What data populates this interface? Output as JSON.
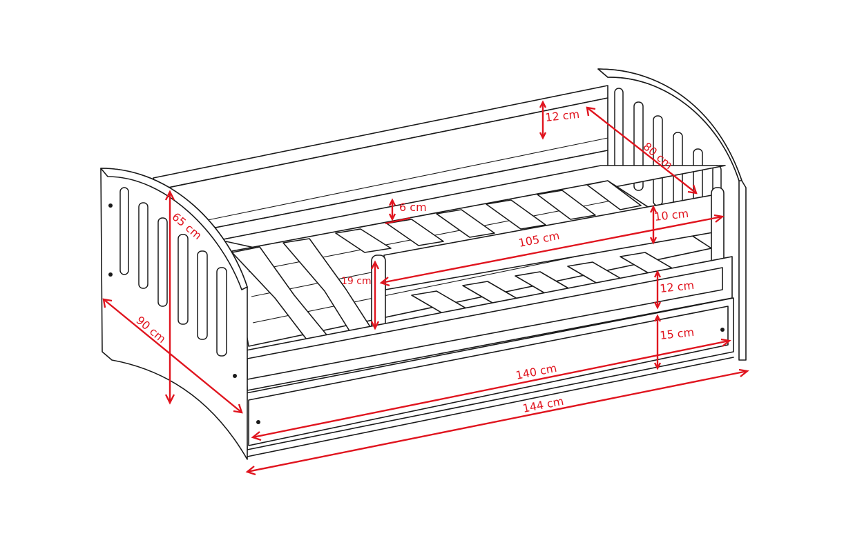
{
  "dimensions": {
    "height_total": "65 cm",
    "depth_total": "90 cm",
    "length_total": "144 cm",
    "length_inner": "140 cm",
    "rail_length": "105 cm",
    "rail_height": "19 cm",
    "rail_top_height": "10 cm",
    "rail_gap": "6 cm",
    "back_board": "12 cm",
    "front_board": "12 cm",
    "drawer_height": "15 cm",
    "mattress_width": "80 cm"
  },
  "colors": {
    "dimension": "#e0141e",
    "outline": "#1a1a1a",
    "background": "#ffffff"
  }
}
